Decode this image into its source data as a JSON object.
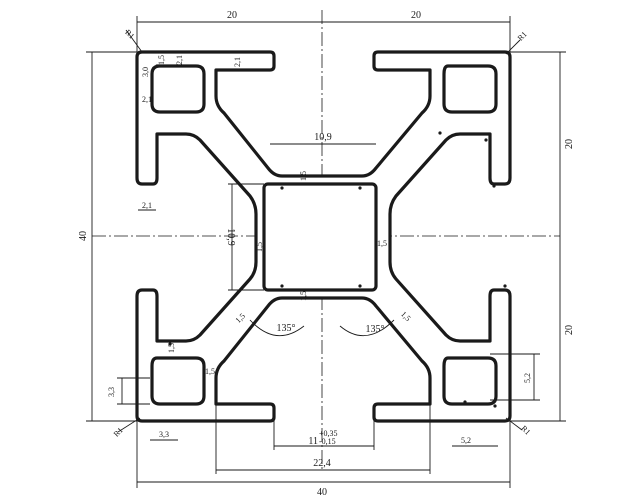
{
  "dimensions": {
    "top_left_width": "20",
    "top_right_width": "20",
    "right_upper_height": "20",
    "right_lower_height": "20",
    "left_total_height": "40",
    "bottom_total_width": "40",
    "bottom_inner_width": "22,4",
    "slot_width_nominal": "11",
    "slot_tol_upper": "+0,35",
    "slot_tol_lower": "-0,15",
    "core_width": "10,9",
    "core_height": "10,9",
    "wall_top": "1,5",
    "wall_bottom": "1,5",
    "wall_left": "1,5",
    "wall_right": "1,5",
    "wall_diag_left": "1,5",
    "wall_diag_right": "1,5",
    "wall_bl_1": "1,5",
    "wall_bl_2": "1,5",
    "angle_left": "135°",
    "angle_right": "135°",
    "radius_tl": "R1",
    "radius_tr": "R1",
    "radius_bl": "R1",
    "radius_br": "R1",
    "corner_tl_a": "3,0",
    "corner_tl_b": "1,5",
    "lip_tl_h": "2,1",
    "lip_tl_v": "2,1",
    "lip_tl_side": "2,1",
    "lip_tl_bottom": "2,1",
    "bl_height": "3,3",
    "bl_width": "3,3",
    "br_height": "5,2",
    "br_width": "5,2"
  }
}
